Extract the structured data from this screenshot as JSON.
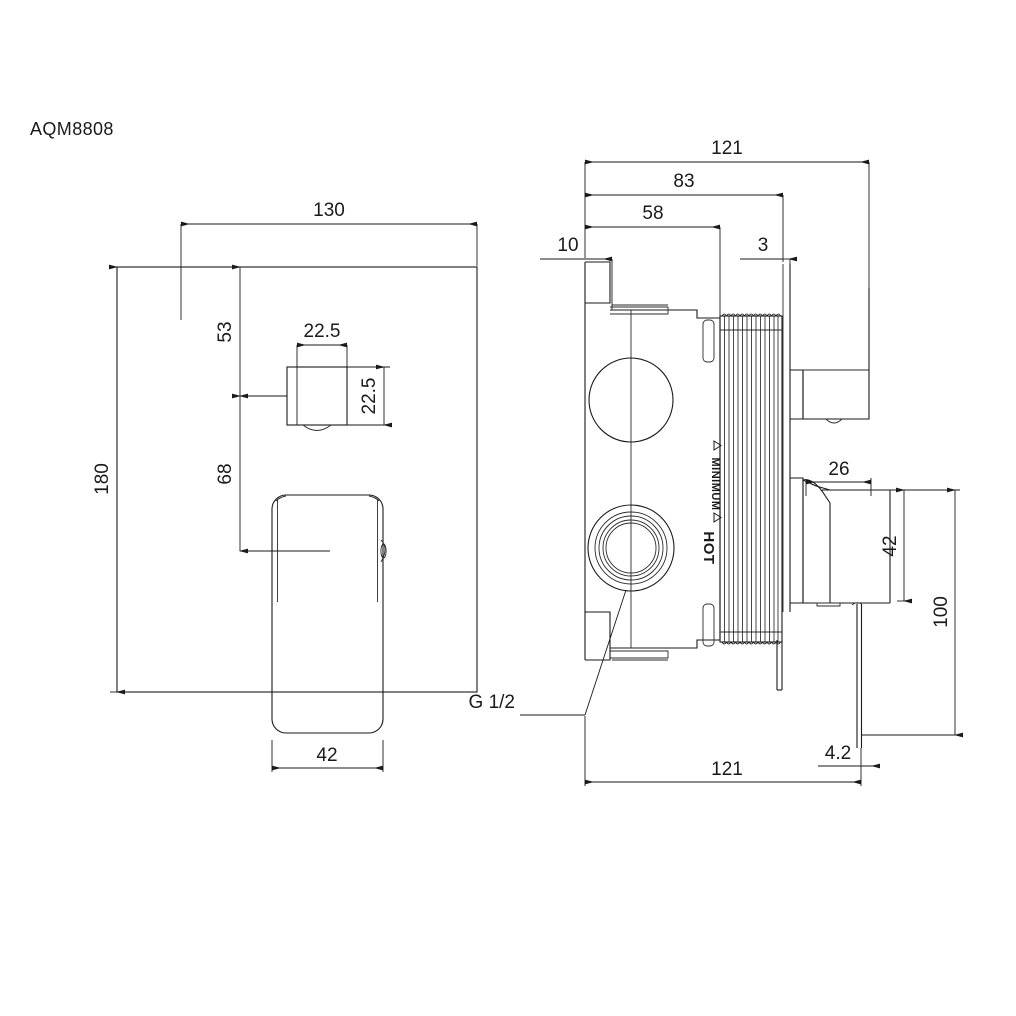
{
  "document": {
    "part_number": "AQM8808",
    "background_color": "#ffffff",
    "line_color": "#1a1a1a"
  },
  "views": {
    "front": {
      "name": "front-elevation",
      "dimensions": {
        "plate_width": "130",
        "plate_height": "180",
        "diverter_top_offset": "53",
        "handle_center_offset": "68",
        "diverter_width": "22.5",
        "diverter_height": "22.5",
        "handle_width": "42"
      }
    },
    "side": {
      "name": "side-section",
      "dimensions": {
        "overall_depth_top": "121",
        "body_to_thread": "83",
        "body_depth": "58",
        "wall_offset": "10",
        "plate_thickness": "3",
        "handle_projection": "26",
        "handle_height": "42",
        "overall_height": "100",
        "plate_edge": "4.2",
        "overall_depth_bottom": "121"
      },
      "labels": {
        "thread_spec": "G 1/2",
        "minimum_marking": "MINIMUM",
        "hot_marking": "HOT"
      }
    }
  },
  "annotations": {
    "dimension_values": [
      "130",
      "180",
      "53",
      "68",
      "22.5",
      "22.5",
      "42",
      "121",
      "83",
      "58",
      "10",
      "3",
      "26",
      "42",
      "100",
      "4.2",
      "121"
    ],
    "text_labels": [
      "AQM8808",
      "G 1/2",
      "MINIMUM",
      "HOT"
    ]
  }
}
